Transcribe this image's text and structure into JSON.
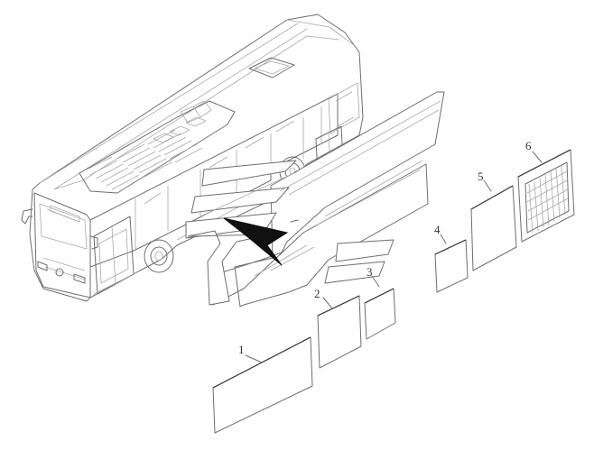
{
  "callouts": [
    {
      "id": "1",
      "text": "1"
    },
    {
      "id": "2",
      "text": "2"
    },
    {
      "id": "3",
      "text": "3"
    },
    {
      "id": "4",
      "text": "4"
    },
    {
      "id": "5",
      "text": "5"
    },
    {
      "id": "6",
      "text": "6"
    }
  ],
  "colors": {
    "line": "#6e6e6e",
    "light_line": "#a8a8a8",
    "arrow": "#111111",
    "background": "#ffffff"
  }
}
